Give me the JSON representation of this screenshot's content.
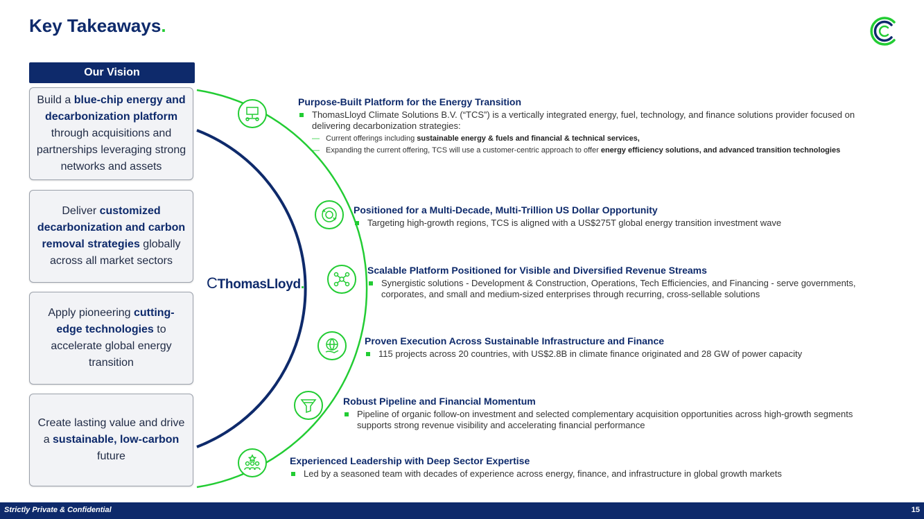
{
  "header": {
    "title": "Key Takeaways",
    "title_dot": "."
  },
  "vision": {
    "heading": "Our Vision",
    "boxes": [
      {
        "t1": "Build a ",
        "b1": "blue-chip energy and decarbonization platform",
        "t2": " through acquisitions and partnerships  leveraging strong networks and assets"
      },
      {
        "t1": "Deliver ",
        "b1": "customized decarbonization and carbon removal strategies",
        "t2": " globally across all market sectors"
      },
      {
        "t1": "Apply pioneering ",
        "b1": "cutting-edge technologies",
        "t2": " to accelerate global energy transition"
      },
      {
        "t1": "Create lasting value and drive a ",
        "b1": "sustainable, low-carbon",
        "t2": " future"
      }
    ]
  },
  "brand": {
    "c": "C",
    "name": "ThomasLloyd",
    "dot": "."
  },
  "sections": [
    {
      "title": "Purpose-Built Platform for the Energy Transition",
      "bullets": [
        "ThomasLloyd Climate Solutions B.V. (“TCS”) is a vertically integrated energy, fuel, technology, and finance solutions provider focused on delivering decarbonization strategies:"
      ],
      "sub": [
        {
          "t": "Current offerings including ",
          "b": "sustainable energy & fuels and financial & technical services,",
          "t2": ""
        },
        {
          "t": "Expanding the current offering, TCS will use a customer-centric approach to offer ",
          "b": "energy efficiency solutions, and advanced transition technologies",
          "t2": ""
        }
      ]
    },
    {
      "title": "Positioned for a Multi-Decade, Multi-Trillion US Dollar Opportunity",
      "bullets": [
        "Targeting high-growth regions, TCS is aligned with a US$275T global energy transition investment wave"
      ]
    },
    {
      "title": "Scalable Platform Positioned for Visible and Diversified Revenue Streams",
      "bullets": [
        "Synergistic solutions - Development & Construction, Operations, Tech Efficiencies, and Financing - serve governments, corporates, and small and medium-sized enterprises through recurring, cross-sellable solutions"
      ]
    },
    {
      "title": "Proven Execution Across Sustainable Infrastructure and Finance",
      "bullets": [
        "115 projects across 20 countries, with US$2.8B in climate finance originated and 28 GW of power capacity"
      ]
    },
    {
      "title": "Robust Pipeline and Financial Momentum",
      "bullets": [
        "Pipeline of organic follow-on investment and selected complementary acquisition opportunities across high-growth segments supports strong revenue visibility and accelerating financial performance"
      ]
    },
    {
      "title": "Experienced Leadership with Deep Sector Expertise",
      "bullets": [
        "Led by a seasoned team with decades of experience across energy, finance, and infrastructure in global growth markets"
      ]
    }
  ],
  "icons": [
    "platform-icon",
    "money-cycle-icon",
    "network-icon",
    "globe-hand-icon",
    "funnel-icon",
    "leadership-team-icon"
  ],
  "footer": {
    "confidential": "Strictly Private & Confidential",
    "page": "15"
  },
  "colors": {
    "navy": "#0e2a6b",
    "green": "#22cc33"
  }
}
